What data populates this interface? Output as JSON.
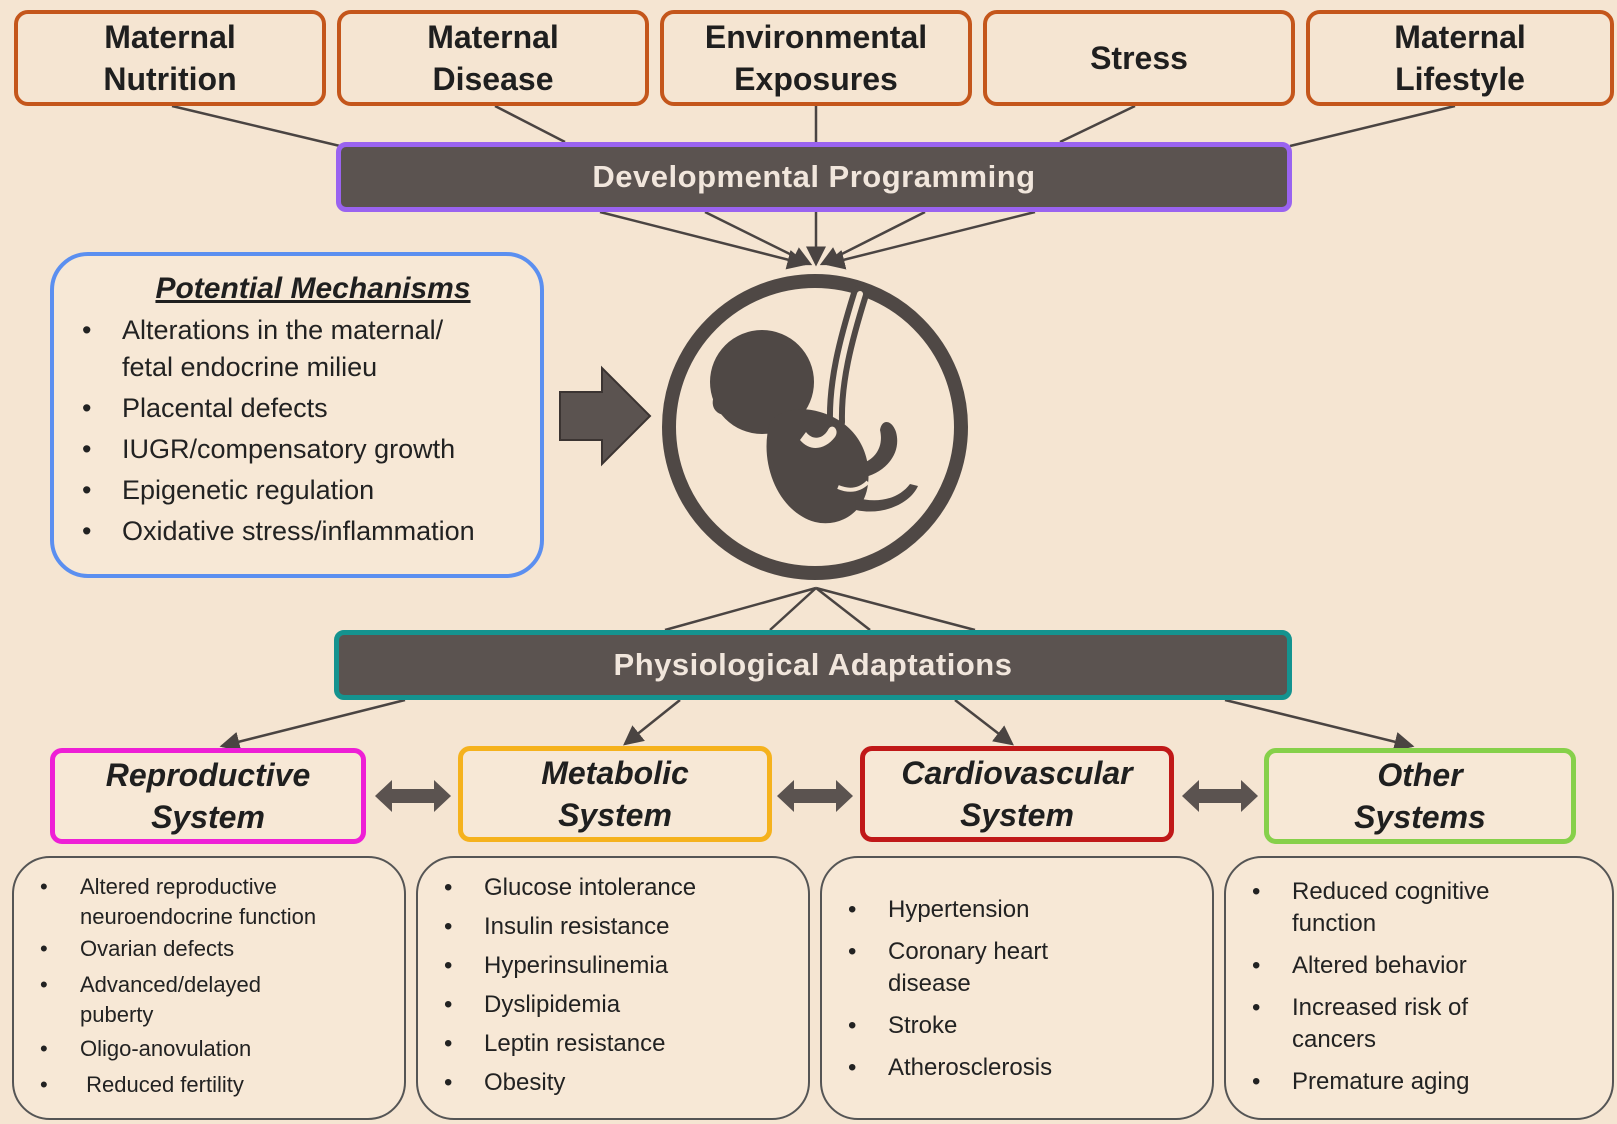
{
  "colors": {
    "background": "#f5e5d2",
    "factor_border": "#c4561b",
    "bar_fill": "#5b5350",
    "dev_border": "#9a63f0",
    "phys_border": "#14938f",
    "mech_border": "#5b8ff0",
    "reproductive": "#ee1fd6",
    "metabolic": "#f5b21d",
    "cardiovascular": "#c01818",
    "other": "#86d04a",
    "connector": "#4a4442"
  },
  "factors": [
    "Maternal\nNutrition",
    "Maternal\nDisease",
    "Environmental\nExposures",
    "Stress",
    "Maternal\nLifestyle"
  ],
  "developmental_programming": "Developmental Programming",
  "physiological_adaptations": "Physiological Adaptations",
  "mechanisms": {
    "title": "Potential Mechanisms",
    "items": [
      "Alterations in the maternal/\nfetal endocrine milieu",
      "Placental defects",
      "IUGR/compensatory growth",
      "Epigenetic regulation",
      "Oxidative stress/inflammation"
    ]
  },
  "fetus_icon": "fetus-in-womb-icon",
  "systems": [
    {
      "title": "Reproductive\nSystem",
      "items": [
        "Altered reproductive\nneuroendocrine function",
        "Ovarian defects",
        "Advanced/delayed\npuberty",
        "Oligo-anovulation",
        " Reduced fertility"
      ]
    },
    {
      "title": "Metabolic\nSystem",
      "items": [
        "Glucose intolerance",
        "Insulin resistance",
        "Hyperinsulinemia",
        "Dyslipidemia",
        "Leptin resistance",
        "Obesity"
      ]
    },
    {
      "title": "Cardiovascular\nSystem",
      "items": [
        "Hypertension",
        "Coronary heart\ndisease",
        "Stroke",
        "Atherosclerosis"
      ]
    },
    {
      "title": "Other\nSystems",
      "items": [
        "Reduced cognitive\nfunction",
        "Altered behavior",
        "Increased risk of\ncancers",
        "Premature aging"
      ]
    }
  ]
}
